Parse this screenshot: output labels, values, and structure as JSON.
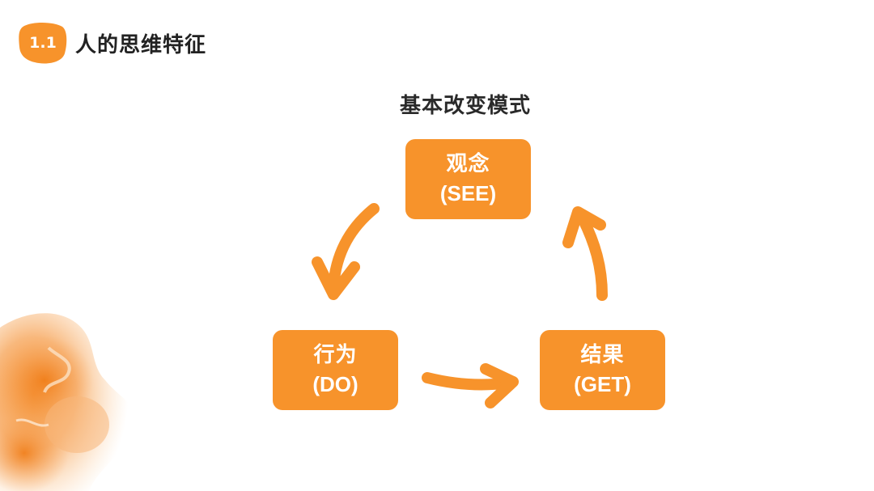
{
  "header": {
    "section_number": "1.1",
    "title": "人的思维特征"
  },
  "diagram": {
    "title": "基本改变模式",
    "nodes": {
      "see": {
        "zh": "观念",
        "en": "(SEE)"
      },
      "do": {
        "zh": "行为",
        "en": "(DO)"
      },
      "get": {
        "zh": "结果",
        "en": "(GET)"
      }
    }
  },
  "colors": {
    "accent": "#f7932b",
    "title_text": "#222222",
    "node_text": "#ffffff"
  }
}
